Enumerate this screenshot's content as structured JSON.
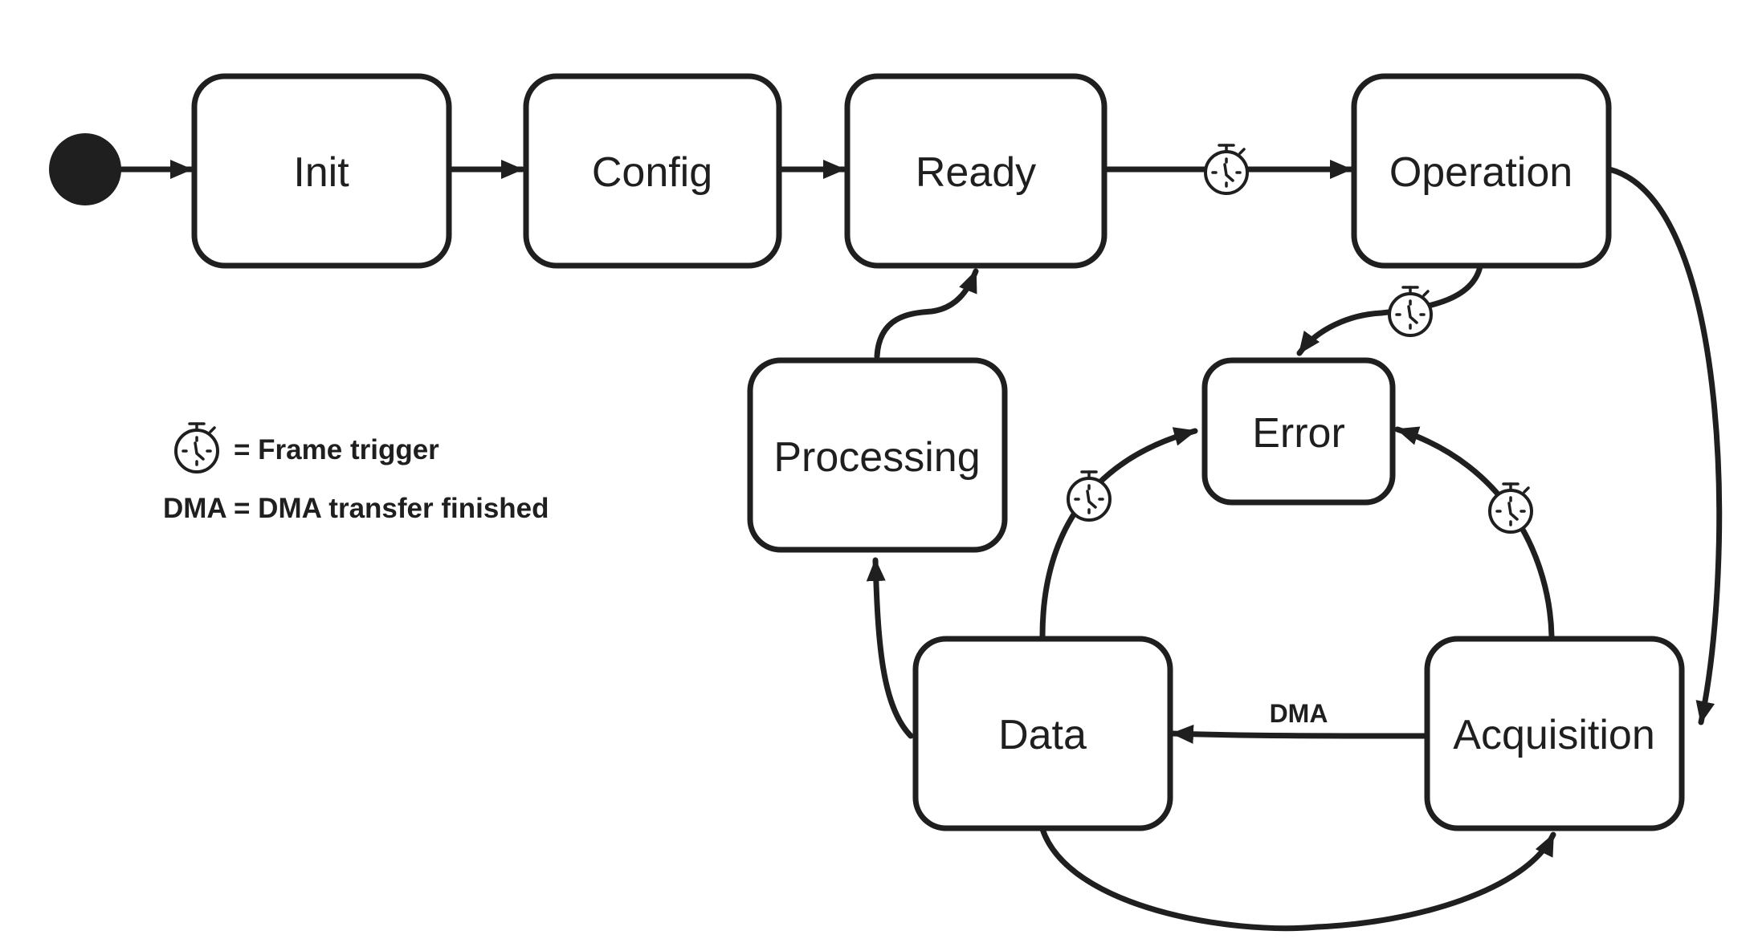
{
  "states": {
    "init": "Init",
    "config": "Config",
    "ready": "Ready",
    "operation": "Operation",
    "processing": "Processing",
    "error": "Error",
    "data": "Data",
    "acquisition": "Acquisition"
  },
  "transitions": {
    "acquisition_to_data": "DMA"
  },
  "legend": {
    "frame_trigger": "= Frame trigger",
    "dma_symbol": "DMA",
    "dma_text": "= DMA transfer finished"
  },
  "colors": {
    "stroke": "#1f1f1f",
    "background": "#ffffff"
  }
}
